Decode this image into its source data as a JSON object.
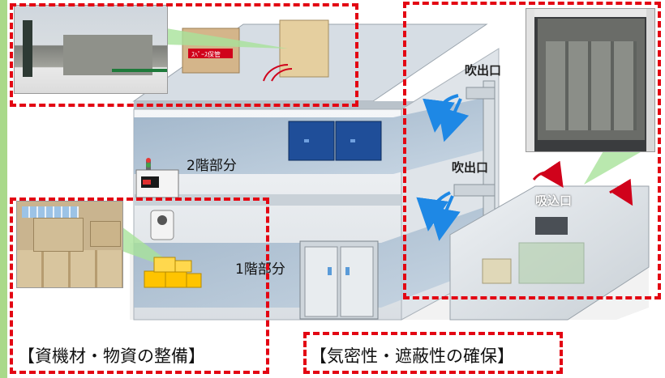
{
  "labels": {
    "floor2": "2階部分",
    "floor1": "1階部分",
    "vent_upper": "吹出口",
    "vent_lower": "吹出口",
    "intake": "吸込口",
    "sign": "ｽﾍﾟｰｽ保管"
  },
  "captions": {
    "supplies": "【資機材・物資の整備】",
    "airtight": "【気密性・遮蔽性の確保】"
  },
  "colors": {
    "highlight_dash": "#e30613",
    "callout": "#a8e29a",
    "stripe": "#a9d98a",
    "floor_blue": "#9cb3c8",
    "wall": "#e9ecef"
  }
}
